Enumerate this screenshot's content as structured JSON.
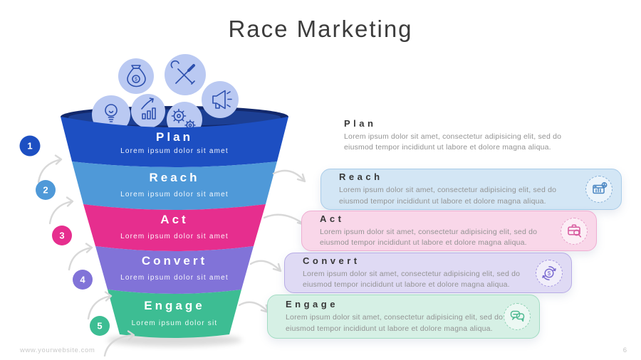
{
  "slide": {
    "title": "Race Marketing"
  },
  "funnel": {
    "arrow_color": "#d8d8d8",
    "rim_outer": "#12286b",
    "rim_inner": "#1c3f94",
    "icon_circle_bg": "#bac9f2",
    "icon_stroke": "#2d50ae",
    "top_icons": [
      "lightbulb",
      "money-bag",
      "growth-chart",
      "tools",
      "gears",
      "megaphone"
    ],
    "stages": [
      {
        "number": "1",
        "label": "Plan",
        "subtitle": "Lorem ipsum dolor sit amet",
        "color": "#1d4fc2"
      },
      {
        "number": "2",
        "label": "Reach",
        "subtitle": "Lorem ipsum dolor sit amet",
        "color": "#4f99d8"
      },
      {
        "number": "3",
        "label": "Act",
        "subtitle": "Lorem ipsum dolor sit amet",
        "color": "#e62e8e"
      },
      {
        "number": "4",
        "label": "Convert",
        "subtitle": "Lorem ipsum dolor sit amet",
        "color": "#8173d8"
      },
      {
        "number": "5",
        "label": "Engage",
        "subtitle": "Lorem ipsum dolor sit",
        "color": "#3dbd93"
      }
    ]
  },
  "details": [
    {
      "heading": "Plan",
      "body": "Lorem ipsum dolor sit amet, consectetur adipisicing elit, sed do eiusmod tempor incididunt ut labore et dolore magna aliqua.",
      "icon": "none",
      "bg": "#ffffff",
      "border": "none"
    },
    {
      "heading": "Reach",
      "body": "Lorem ipsum dolor sit amet, consectetur adipisicing elit, sed do eiusmod tempor incididunt ut labore et dolore magna aliqua.",
      "icon": "analytics-window",
      "bg": "#d3e6f5",
      "border": "#a9cce9"
    },
    {
      "heading": "Act",
      "body": "Lorem ipsum dolor sit amet, consectetur adipisicing elit, sed do eiusmod tempor incididunt ut labore et dolore magna aliqua.",
      "icon": "briefcase-search",
      "bg": "#f9d7e9",
      "border": "#efaed2"
    },
    {
      "heading": "Convert",
      "body": "Lorem ipsum dolor sit amet, consectetur adipisicing elit, sed do eiusmod tempor incididunt ut labore et dolore magna aliqua.",
      "icon": "dollar-cycle",
      "bg": "#dfdaf4",
      "border": "#b7abe5"
    },
    {
      "heading": "Engage",
      "body": "Lorem ipsum dolor sit amet, consectetur adipisicing elit, sed do eiusmod tempor incididunt ut labore et dolore magna aliqua.",
      "icon": "chat-bubbles",
      "bg": "#d6f0e5",
      "border": "#a2dcc3"
    }
  ],
  "icons": {
    "dollar": "$"
  },
  "footer": {
    "website": "www.yourwebsite.com",
    "page": "6"
  }
}
